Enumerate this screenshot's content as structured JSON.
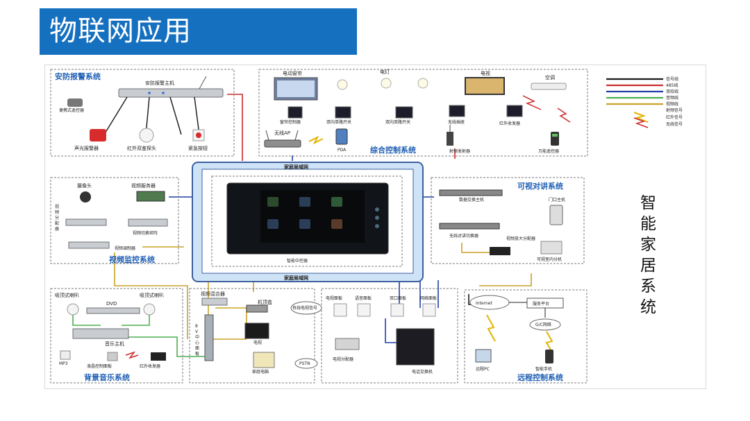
{
  "slide": {
    "title": "物联网应用"
  },
  "colors": {
    "title_bar": "#1570bf",
    "system_title": "#1e5fb4",
    "frame": "#3b5f9e",
    "frame_fill": "#cfe3f7",
    "signal": "#1a1a1a",
    "rs485": "#cc2a2a",
    "twisted_pair": "#1f3fa8",
    "audio": "#4caf50",
    "video": "#c9a227",
    "rf": "#e2b400"
  },
  "legend": {
    "items": [
      {
        "label": "信号线",
        "color": "#1a1a1a"
      },
      {
        "label": "485线",
        "color": "#cc2a2a"
      },
      {
        "label": "双绞线",
        "color": "#1f3fa8"
      },
      {
        "label": "音频线",
        "color": "#4caf50"
      },
      {
        "label": "视频线",
        "color": "#c9a227"
      },
      {
        "label": "射频信号"
      },
      {
        "label": "红外信号"
      },
      {
        "label": "无线信号"
      }
    ]
  },
  "vertical_title": [
    "智",
    "能",
    "家",
    "居",
    "系",
    "统"
  ],
  "network": {
    "top": "家庭局域网",
    "bottom": "家庭局域网",
    "center_label": "智能中控器"
  },
  "security": {
    "title": "安防报警系统",
    "host": "安防报警主机",
    "remote": "便携式遥控器",
    "siren": "声光报警器",
    "ir_probe": "红外双鉴探头",
    "emergency": "紧急按钮"
  },
  "control": {
    "title": "综合控制系统",
    "curtain": "电动窗帘",
    "curtain_ctrl": "窗帘控制器",
    "lamp": "电灯",
    "single_switch": "双向单路开关",
    "double_switch": "双向双路开关",
    "tv": "电视",
    "ac": "空调",
    "socket": "无线插座",
    "ir_transceiver": "红外收发器",
    "ap": "无线AP",
    "pda": "PDA",
    "rf_emitter": "射频发射器",
    "universal_remote": "万能遥控器"
  },
  "video": {
    "title": "视频监控系统",
    "camera": "摄像头",
    "server": "视频服务器",
    "splitter": [
      "视",
      "频",
      "分",
      "配",
      "器"
    ],
    "matrix": "视频切换矩阵",
    "modulator": "视频调制器"
  },
  "intercom": {
    "title": "可视对讲系统",
    "data_switch": "数据交换主机",
    "door_host": "门口主机",
    "wireless_switch": "无线对讲切换器",
    "amplifier": "视频放大分配器",
    "indoor": "可视室内分机"
  },
  "music": {
    "title": "背景音乐系统",
    "speaker_l": "吸顶式喇叭",
    "speaker_r": "吸顶式喇叭",
    "dvd": "DVD",
    "host": "音乐主机",
    "mp3": "MP3",
    "panel": "液晶控制面板",
    "ir": "红外收发器"
  },
  "hub": {
    "mixer": "视频混合器",
    "stb": "机顶盒",
    "center_panel": [
      "8",
      "V",
      "中",
      "心",
      "面",
      "板"
    ],
    "tv": "电视",
    "pc": "家庭电脑",
    "cable_tv": "有线电视信号",
    "pstn": "PSTN"
  },
  "panels": {
    "tv_panel": "电视面板",
    "voice_panel": "语音面板",
    "twist_panel": "双口面板",
    "net_panel": "网络面板",
    "tv_splitter": "电视分配器",
    "phone_switch": "电话交换机"
  },
  "remote": {
    "title": "远程控制系统",
    "internet": "Internet",
    "platform": "服务平台",
    "gprs": "G/C网络",
    "pc": "远程PC",
    "phone": "智能手机"
  }
}
